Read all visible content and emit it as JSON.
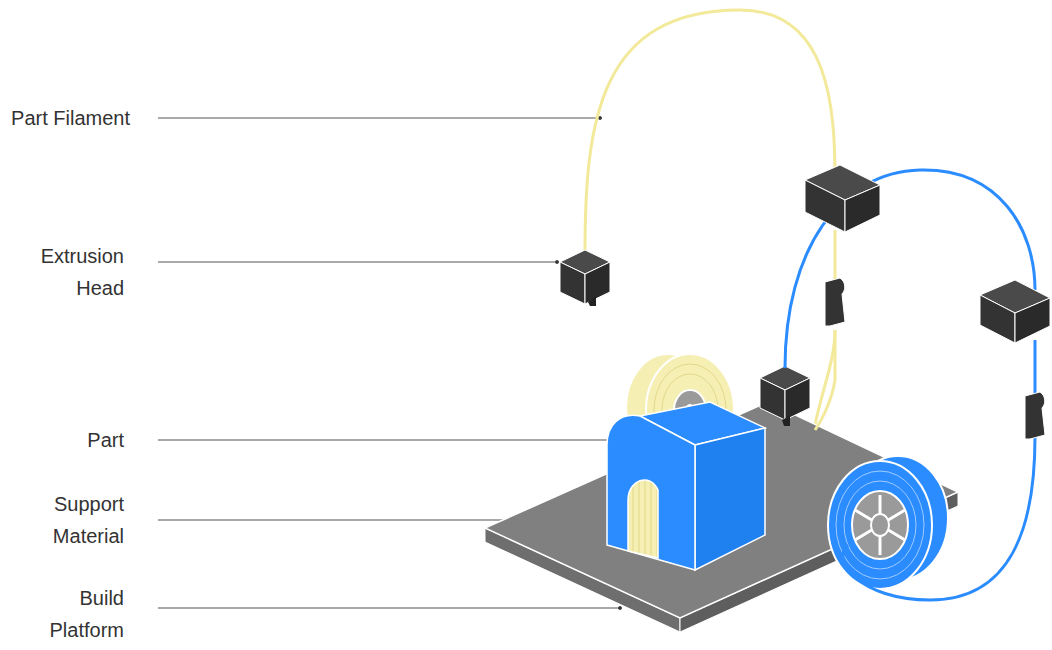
{
  "diagram": {
    "labels": [
      "Part Filament",
      "Extrusion Head",
      "Part",
      "Support Material",
      "Build Platform"
    ]
  }
}
